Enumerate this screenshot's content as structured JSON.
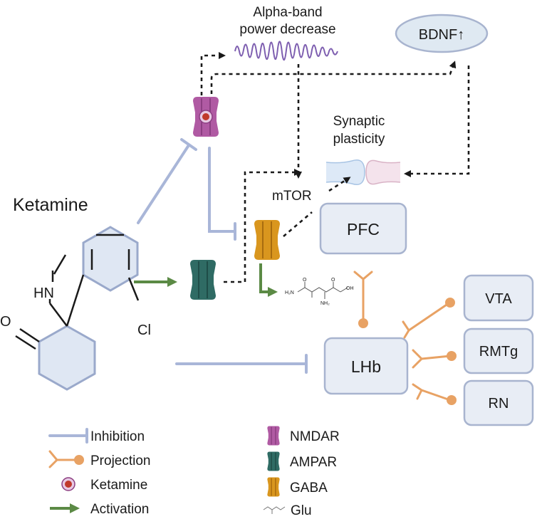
{
  "labels": {
    "alpha_band": [
      "Alpha-band",
      "power decrease"
    ],
    "bdnf": "BDNF↑",
    "synaptic_plasticity": [
      "Synaptic",
      "plasticity"
    ],
    "mtor": "mTOR",
    "ketamine_title": "Ketamine",
    "hn": "HN",
    "o": "O",
    "cl": "Cl",
    "pfc": "PFC",
    "lhb": "LHb",
    "vta": "VTA",
    "rmtg": "RMTg",
    "rn": "RN"
  },
  "legend_left": [
    {
      "icon": "inhibition",
      "label": "Inhibition"
    },
    {
      "icon": "projection",
      "label": "Projection"
    },
    {
      "icon": "ketamine",
      "label": "Ketamine"
    },
    {
      "icon": "activation",
      "label": "Activation"
    }
  ],
  "legend_right": [
    {
      "icon": "nmdar",
      "label": "NMDAR"
    },
    {
      "icon": "ampar",
      "label": "AMPAR"
    },
    {
      "icon": "gaba",
      "label": "GABA"
    },
    {
      "icon": "glu",
      "label": "Glu"
    }
  ],
  "glu_atoms": {
    "h2n": "H₂N",
    "oh": "OH",
    "o1": "O",
    "o2": "O",
    "nh2": "NH₂"
  },
  "colors": {
    "nmdar": "#b05aa3",
    "ampar": "#2f6b64",
    "gaba": "#d9961e",
    "ketamine_dot": "#c0392b",
    "inhibition": "#a9b6d8",
    "projection": "#e8a264",
    "activation": "#5b8a45",
    "box_fill": "#e8edf5",
    "box_stroke": "#a8b4cf"
  }
}
